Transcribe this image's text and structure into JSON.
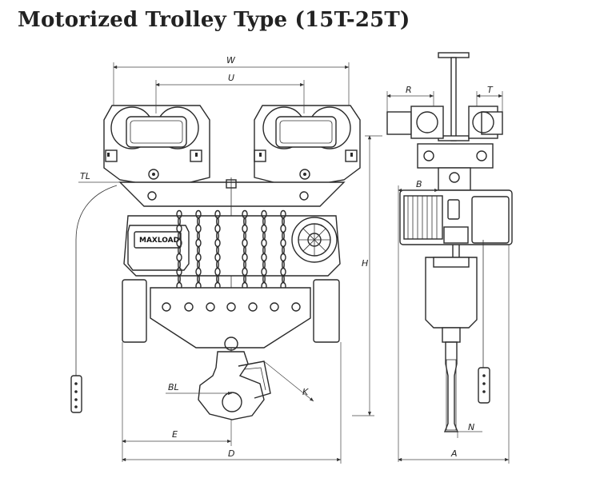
{
  "title": "Motorized Trolley Type (15T-25T)",
  "brand_label": "MAXLOAD",
  "dimension_labels": {
    "W": "W",
    "U": "U",
    "TL": "TL",
    "H": "H",
    "BL": "BL",
    "E": "E",
    "K": "K",
    "D": "D",
    "R": "R",
    "T": "T",
    "B": "B",
    "N": "N",
    "A": "A"
  }
}
